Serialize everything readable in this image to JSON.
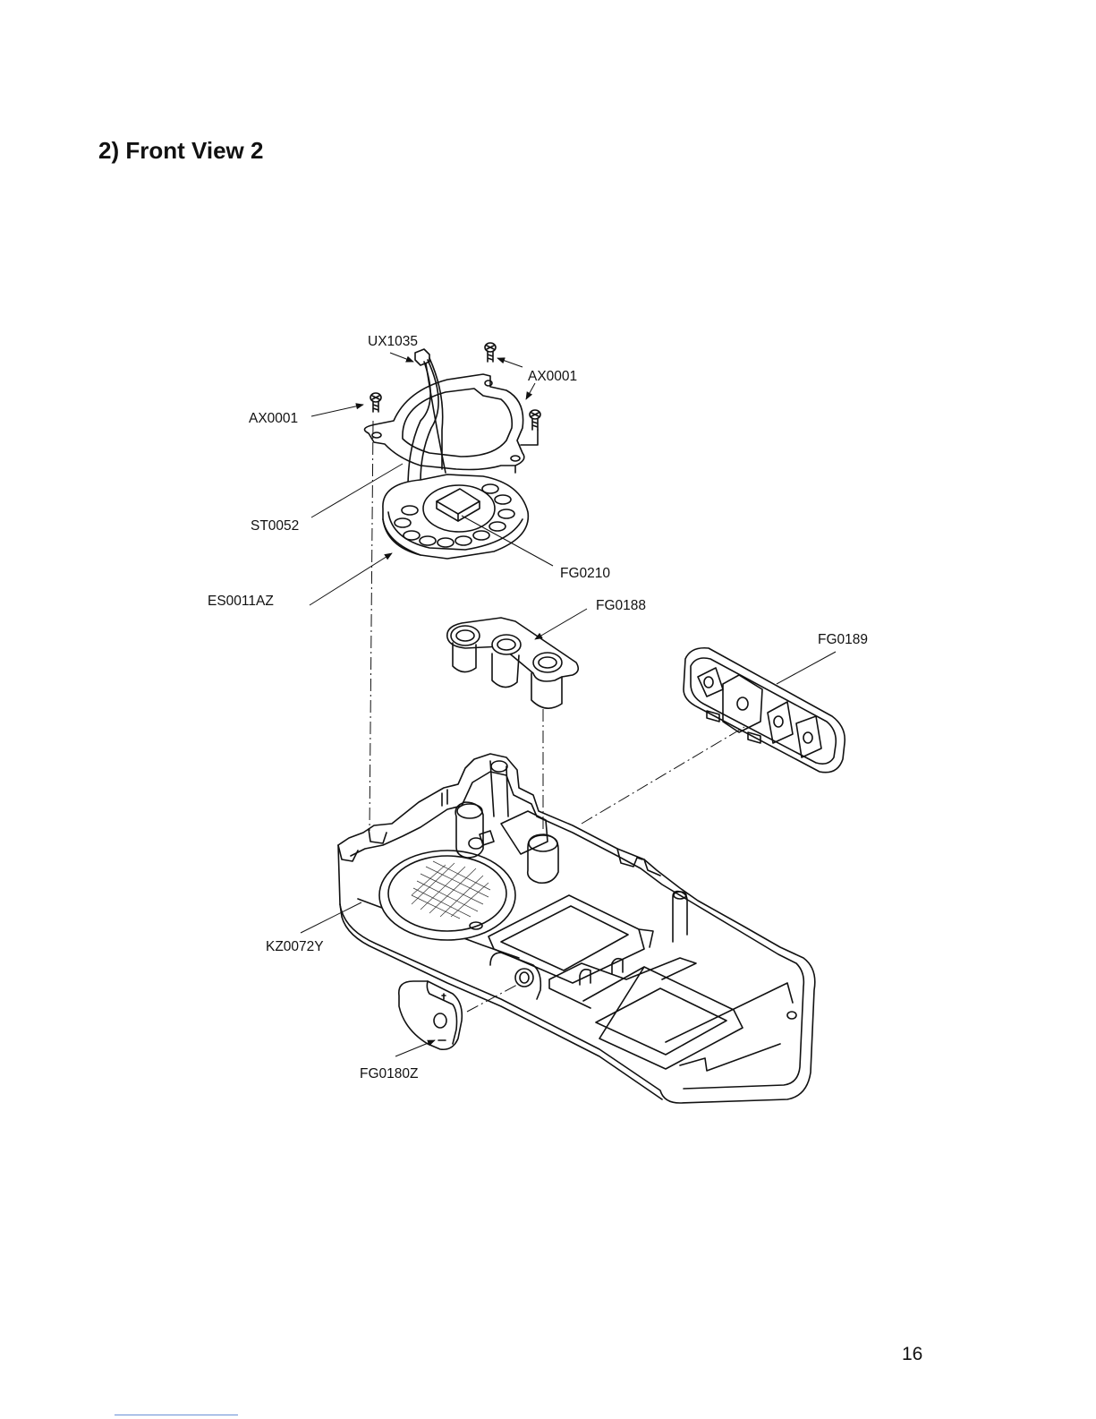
{
  "page": {
    "heading": "2) Front View 2",
    "page_number": "16"
  },
  "callouts": {
    "ux1035": "UX1035",
    "ax0001_right": "AX0001",
    "ax0001_left": "AX0001",
    "st0052": "ST0052",
    "fg0210": "FG0210",
    "es0011az": "ES0011AZ",
    "fg0188": "FG0188",
    "fg0189": "FG0189",
    "kz0072y": "KZ0072Y",
    "fg0180z": "FG0180Z"
  }
}
